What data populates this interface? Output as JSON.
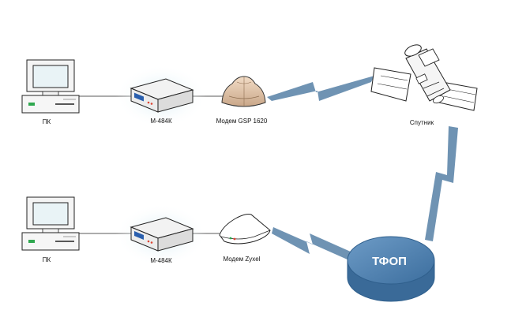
{
  "labels": {
    "pc_top": "ПК",
    "mux_top": "М-484К",
    "modem_gsp": "Модем GSP 1620",
    "satellite": "Спутник",
    "pc_bottom": "ПК",
    "mux_bottom": "М-484К",
    "modem_zyxel": "Модем Zyxel",
    "pstn": "ТФОП"
  },
  "colors": {
    "link_bolt": "#6f93b3",
    "pstn_fill": "#4f81b0",
    "pstn_edge": "#2f5f8c",
    "device_glow": "#c9e6f0"
  }
}
